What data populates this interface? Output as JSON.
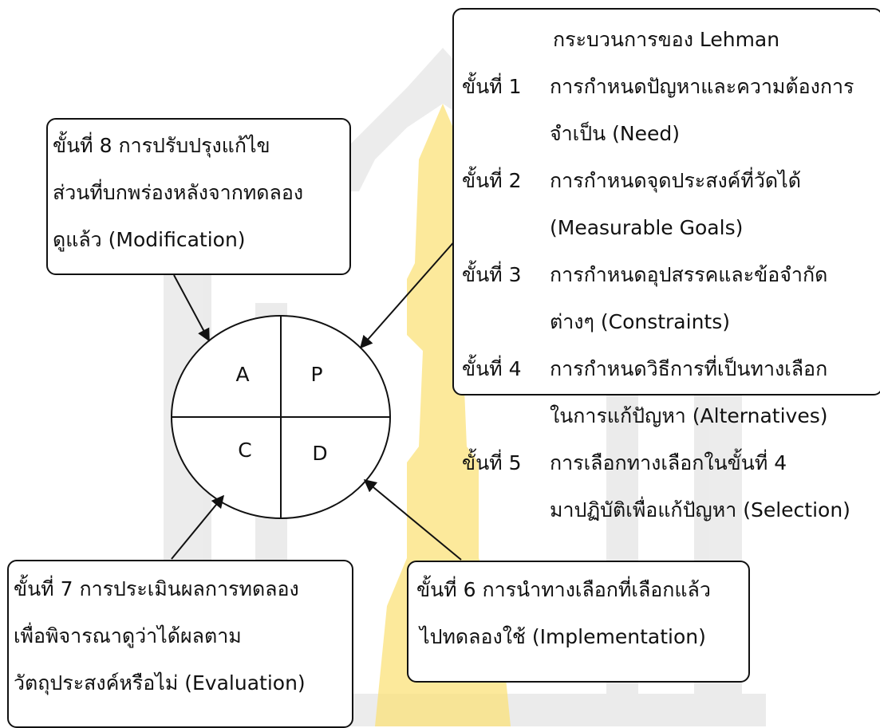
{
  "colors": {
    "stroke": "#111111",
    "watermark_gray": "#d9d9d9",
    "watermark_yellow": "#fde45a"
  },
  "lehman_box": {
    "title": "กระบวนการของ  Lehman",
    "steps": [
      {
        "head": "ขั้นที่  1",
        "lines": [
          "การกำหนดปัญหาและความต้องการ",
          "จำเป็น  (Need)"
        ]
      },
      {
        "head": "ขั้นที่  2",
        "lines": [
          "การกำหนดจุดประสงค์ที่วัดได้",
          "(Measurable   Goals)"
        ]
      },
      {
        "head": "ขั้นที่  3",
        "lines": [
          "การกำหนดอุปสรรคและข้อจำกัด",
          "ต่างๆ  (Constraints)"
        ]
      },
      {
        "head": "ขั้นที่  4",
        "lines": [
          "การกำหนดวิธีการที่เป็นทางเลือก",
          "ในการแก้ปัญหา  (Alternatives)"
        ]
      },
      {
        "head": "ขั้นที่  5",
        "lines": [
          "การเลือกทางเลือกในขั้นที่   4",
          "มาปฏิบัติเพื่อแก้ปัญหา   (Selection)"
        ]
      }
    ]
  },
  "step8": {
    "lines": [
      "ขั้นที่  8  การปรับปรุงแก้ไข",
      "ส่วนที่บกพร่องหลังจากทดลอง",
      "ดูแล้ว  (Modification)"
    ]
  },
  "step7": {
    "lines": [
      "ขั้นที่  7  การประเมินผลการทดลอง",
      "เพื่อพิจารณาดูว่าได้ผลตาม",
      "วัตถุประสงค์หรือไม่  (Evaluation)"
    ]
  },
  "step6": {
    "lines": [
      "ขั้นที่  6  การนำทางเลือกที่เลือกแล้ว",
      "ไปทดลองใช้  (Implementation)"
    ]
  },
  "quadrants": {
    "a": "A",
    "p": "P",
    "c": "C",
    "d": "D"
  }
}
